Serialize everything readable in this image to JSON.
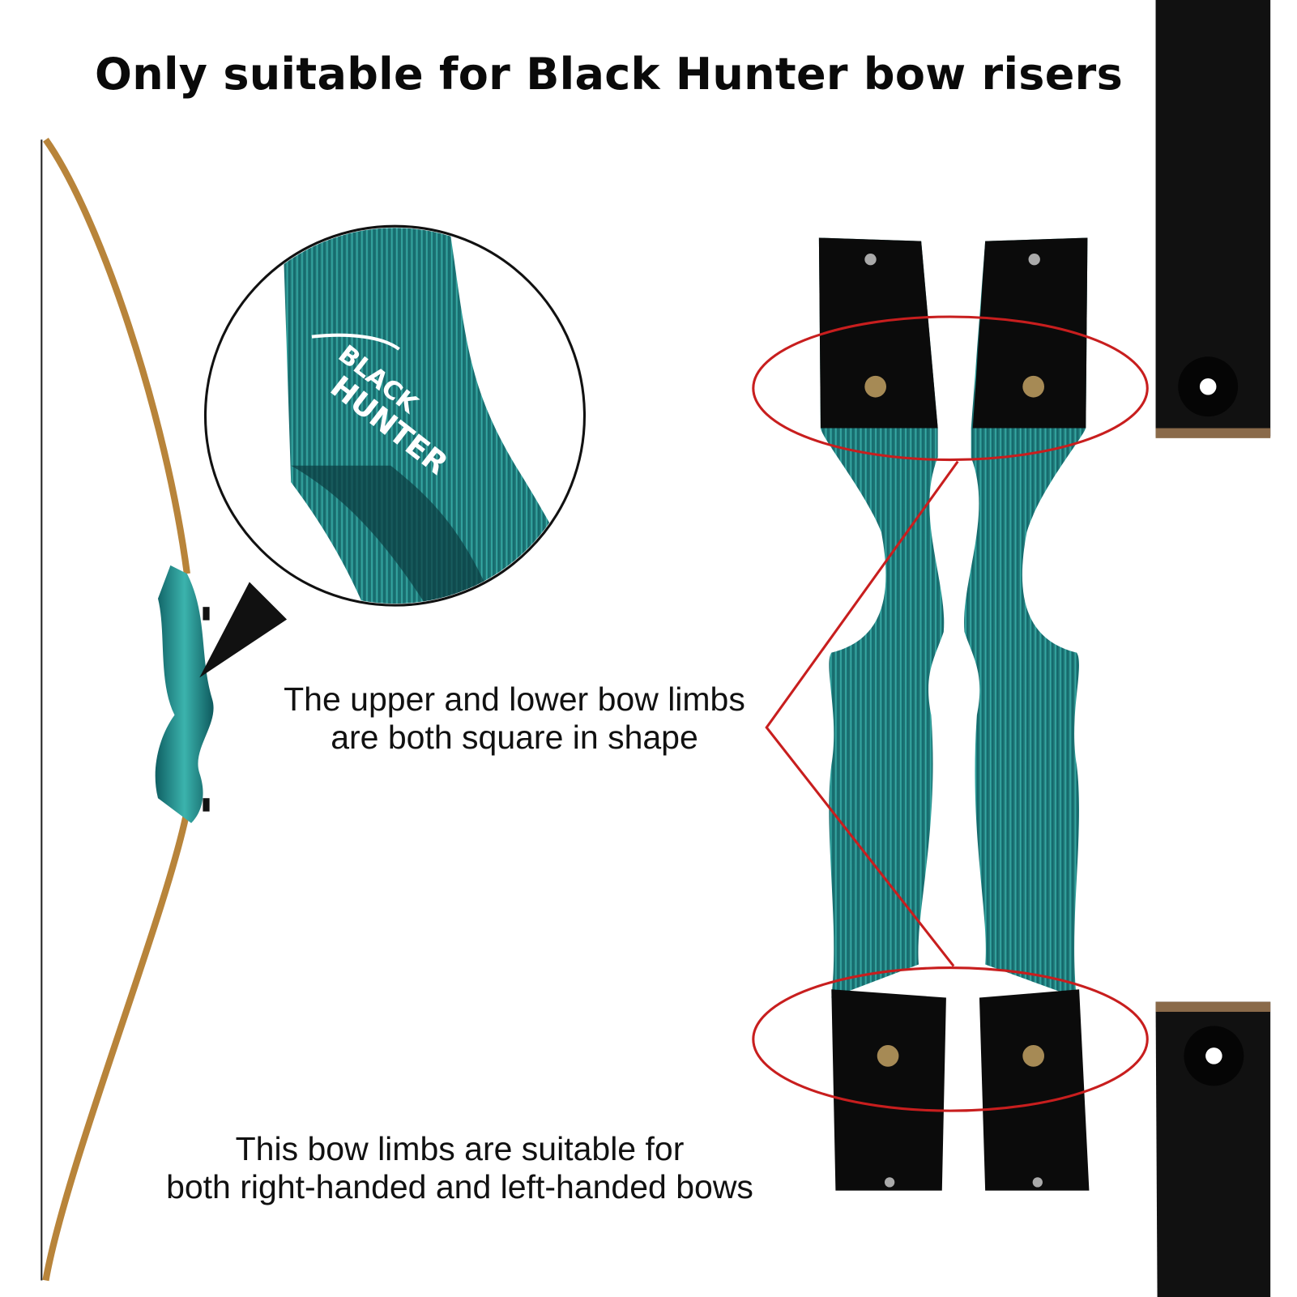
{
  "title": "Only suitable for Black Hunter bow risers",
  "caption_shape": {
    "line1": "The upper and lower bow limbs",
    "line2": "are both square in shape"
  },
  "caption_hand": {
    "line1": "This bow limbs are suitable for",
    "line2": "both right-handed and left-handed bows"
  },
  "logo": {
    "line1": "BLACK",
    "line2": "HUNTER"
  },
  "colors": {
    "riser": "#1f8e8e",
    "limb": "#b8843a",
    "highlight": "#c81e1e",
    "black": "#0b0b0b"
  }
}
